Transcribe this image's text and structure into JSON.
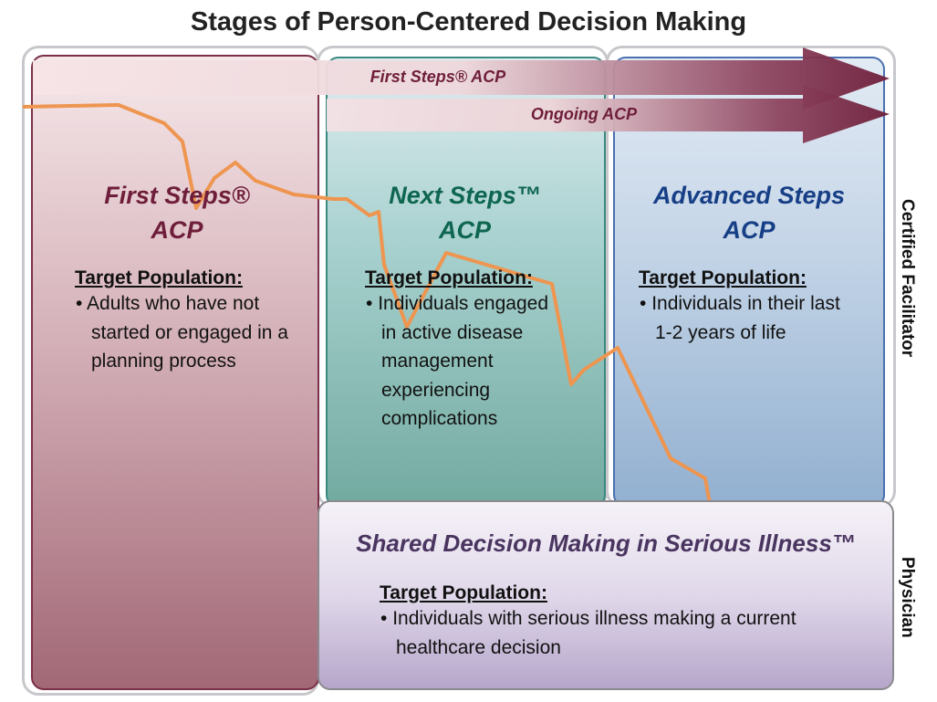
{
  "title": "Stages of Person-Centered Decision Making",
  "arrows": [
    {
      "label": "First Steps® ACP"
    },
    {
      "label": "Ongoing ACP"
    }
  ],
  "columns": [
    {
      "name_line1": "First Steps®",
      "name_line2": "ACP",
      "target_label": "Target Population:",
      "bullet": "Adults who have not started or engaged in a planning process",
      "color": "#6e1e3a"
    },
    {
      "name_line1": "Next Steps™",
      "name_line2": "ACP",
      "target_label": "Target Population:",
      "bullet": "Individuals engaged in active disease management experiencing complications",
      "color": "#0e6650"
    },
    {
      "name_line1": "Advanced Steps",
      "name_line2": "ACP",
      "target_label": "Target Population:",
      "bullet": "Individuals in their last 1-2 years of life",
      "color": "#173f86"
    }
  ],
  "physician_box": {
    "title": "Shared Decision Making in Serious Illness™",
    "target_label": "Target Population:",
    "bullet": "Individuals with serious illness making a current healthcare decision",
    "color": "#4a3560"
  },
  "side_labels": {
    "facilitator": "Certified Facilitator",
    "physician": "Physician"
  },
  "colors": {
    "line": "#ee9550",
    "arrow_dark": "#7a2440"
  }
}
